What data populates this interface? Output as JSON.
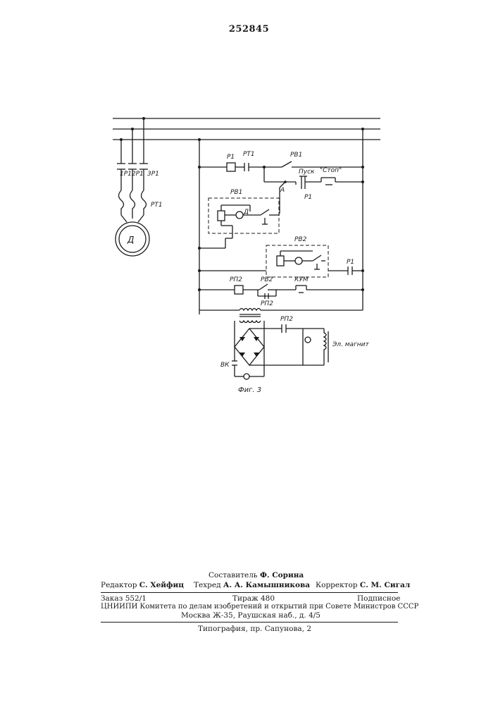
{
  "page_number": "252845",
  "figure": {
    "caption": "Фиг. 3",
    "labels": {
      "contact_1": "1Р1",
      "contact_2": "2Р1",
      "contact_3": "3Р1",
      "thermal_relay": "РТ1",
      "motor": "Д",
      "relay_p1": "Р1",
      "contact_pt1": "РТ1",
      "contact_pv1": "РВ1",
      "button_start": "Пуск",
      "button_stop": "\"Стоп\"",
      "node_a": "А",
      "contact_p1_a": "Р1",
      "timer_pv1": "РВ1",
      "timer_motor": "Д",
      "timer_pv2": "РВ2",
      "contact_p1_b": "Р1",
      "relay_rp2": "РП2",
      "contact_pv2": "РВ2",
      "contact_rp2_a": "РП2",
      "button_kum": "КУМ",
      "contact_rp2_b": "РП2",
      "switch_vk": "ВК",
      "electromagnet": "Эл. магнит"
    }
  },
  "colophon": {
    "compiler_label": "Составитель",
    "compiler_name": "Ф. Сорина",
    "editor_label": "Редактор",
    "editor_name": "С. Хейфиц",
    "techred_label": "Техред",
    "techred_name": "А. А. Камышникова",
    "corrector_label": "Корректор",
    "corrector_name": "С. М. Сигал",
    "order": "Заказ 552/1",
    "circulation": "Тираж 480",
    "subscription": "Подписное",
    "institute": "ЦНИИПИ Комитета по делам изобретений и открытий при Совете Министров СССР",
    "address": "Москва Ж-35, Раушская наб., д. 4/5",
    "printer": "Типография, пр. Сапунова, 2"
  }
}
